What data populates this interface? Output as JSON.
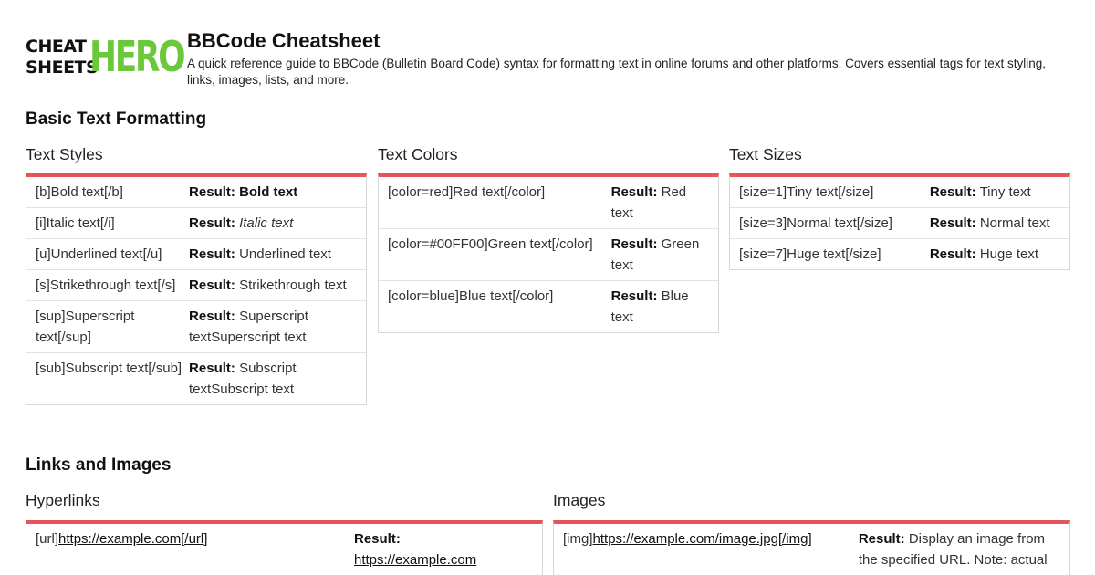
{
  "header": {
    "logo_top": "CHEAT",
    "logo_bottom": "SHEETS",
    "logo_hero": "HERO",
    "title": "BBCode Cheatsheet",
    "subtitle": "A quick reference guide to BBCode (Bulletin Board Code) syntax for formatting text in online forums and other platforms. Covers essential tags for text styling, links, images, lists, and more."
  },
  "result_label": "Result:",
  "sections": {
    "basic": {
      "title": "Basic Text Formatting",
      "styles": {
        "title": "Text Styles",
        "rows": [
          {
            "code": "[b]Bold text[/b]",
            "result": "Bold text"
          },
          {
            "code": "[i]Italic text[/i]",
            "result": "Italic text"
          },
          {
            "code": "[u]Underlined text[/u]",
            "result": "Underlined text"
          },
          {
            "code": "[s]Strikethrough text[/s]",
            "result": "Strikethrough text"
          },
          {
            "code": "[sup]Superscript text[/sup]",
            "result": "Superscript textSuperscript text"
          },
          {
            "code": "[sub]Subscript text[/sub]",
            "result": "Subscript textSubscript text"
          }
        ]
      },
      "colors": {
        "title": "Text Colors",
        "rows": [
          {
            "code": "[color=red]Red text[/color]",
            "result": "Red text"
          },
          {
            "code": "[color=#00FF00]Green text[/color]",
            "result": "Green text"
          },
          {
            "code": "[color=blue]Blue text[/color]",
            "result": "Blue text"
          }
        ]
      },
      "sizes": {
        "title": "Text Sizes",
        "rows": [
          {
            "code": "[size=1]Tiny text[/size]",
            "result": "Tiny text"
          },
          {
            "code": "[size=3]Normal text[/size]",
            "result": "Normal text"
          },
          {
            "code": "[size=7]Huge text[/size]",
            "result": "Huge text"
          }
        ]
      }
    },
    "links": {
      "title": "Links and Images",
      "hyperlinks": {
        "title": "Hyperlinks",
        "code_open": "[url]",
        "code_link": "https://example.com[/url]",
        "result": "https://example.com"
      },
      "images": {
        "title": "Images",
        "code_open": "[img]",
        "code_link": "https://example.com/image.jpg[/img]",
        "result": "Display an image from the specified URL. Note: actual"
      }
    }
  },
  "colors": {
    "accent": "#e5535b",
    "logo_green": "#6cc83b"
  }
}
